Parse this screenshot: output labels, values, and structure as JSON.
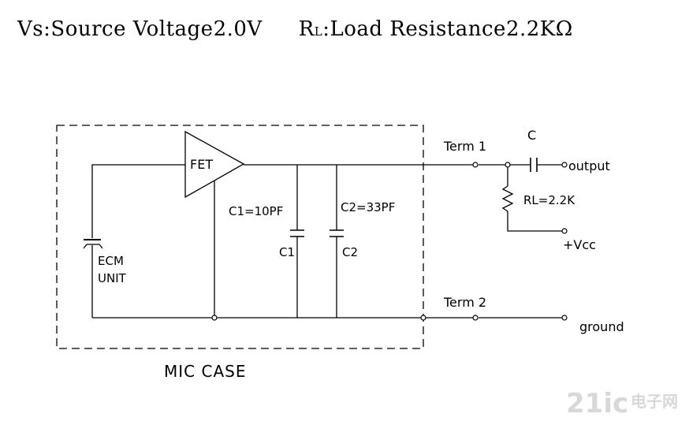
{
  "header": {
    "source_voltage": "Vs:Source Voltage2.0V",
    "load_prefix": "R",
    "load_sub": "L",
    "load_rest": ":Load Resistance2.2KΩ"
  },
  "labels": {
    "fet": "FET",
    "ecm_line1": "ECM",
    "ecm_line2": "UNIT",
    "c1_value": "C1=10PF",
    "c1_name": "C1",
    "c2_value": "C2=33PF",
    "c2_name": "C2",
    "term1": "Term 1",
    "term2": "Term 2",
    "cap_c": "C",
    "output": "output",
    "rl_value": "RL=2.2K",
    "vcc": "+Vcc",
    "ground": "ground",
    "mic_case": "MIC CASE"
  },
  "watermark": {
    "logo": "21ic",
    "cn": "电子网"
  }
}
